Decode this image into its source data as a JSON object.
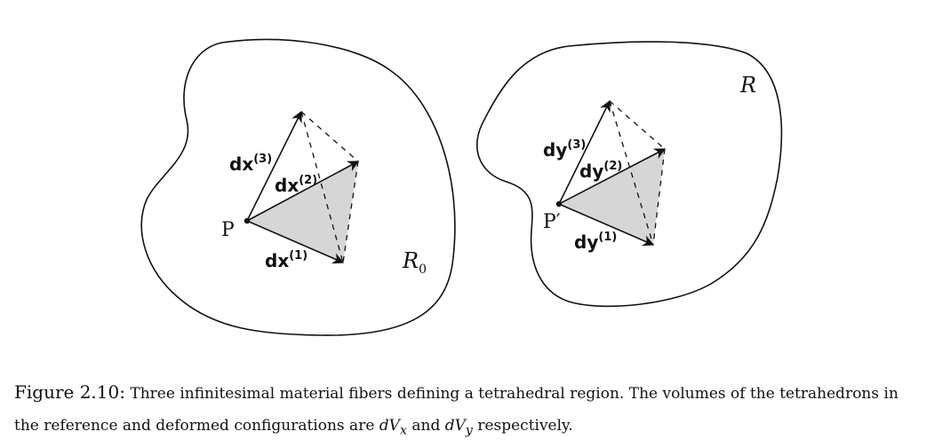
{
  "figure": {
    "left": {
      "point": "P",
      "region": "R",
      "region_subscript": "0",
      "vectors": [
        {
          "base": "d",
          "symbol": "x",
          "sup": "(3)"
        },
        {
          "base": "d",
          "symbol": "x",
          "sup": "(2)"
        },
        {
          "base": "d",
          "symbol": "x",
          "sup": "(1)"
        }
      ]
    },
    "right": {
      "point": "P′",
      "region": "R",
      "vectors": [
        {
          "base": "d",
          "symbol": "y",
          "sup": "(3)"
        },
        {
          "base": "d",
          "symbol": "y",
          "sup": "(2)"
        },
        {
          "base": "d",
          "symbol": "y",
          "sup": "(1)"
        }
      ]
    },
    "colors": {
      "stroke": "#111111",
      "shade": "#d6d6d6"
    }
  },
  "caption": {
    "label": "Figure 2.10:",
    "text_1": "Three infinitesimal material fibers defining a tetrahedral region. The volumes of the tetrahedrons in the reference and deformed configurations are",
    "var_1": "dV",
    "var_1_sub": "x",
    "text_2": "and",
    "var_2": "dV",
    "var_2_sub": "y",
    "text_3": "respectively."
  }
}
